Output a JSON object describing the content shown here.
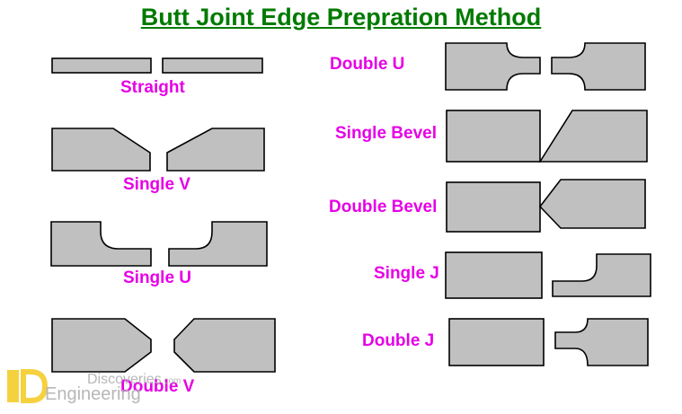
{
  "title": "Butt Joint Edge Prepration Method",
  "colors": {
    "title": "#007a00",
    "label": "#e600e6",
    "fill": "#c0c0c0",
    "stroke": "#000000",
    "watermark": "#f2c200",
    "watermark_text": "#b7b7b7"
  },
  "labels": {
    "straight": "Straight",
    "single_v": "Single V",
    "single_u": "Single U",
    "double_v": "Double V",
    "double_u": "Double U",
    "single_bevel": "Single Bevel",
    "double_bevel": "Double Bevel",
    "single_j": "Single J",
    "double_j": "Double J"
  },
  "watermark": {
    "line1": "Discoveries",
    "line1_suffix": ".com",
    "line2": "Engineering"
  }
}
